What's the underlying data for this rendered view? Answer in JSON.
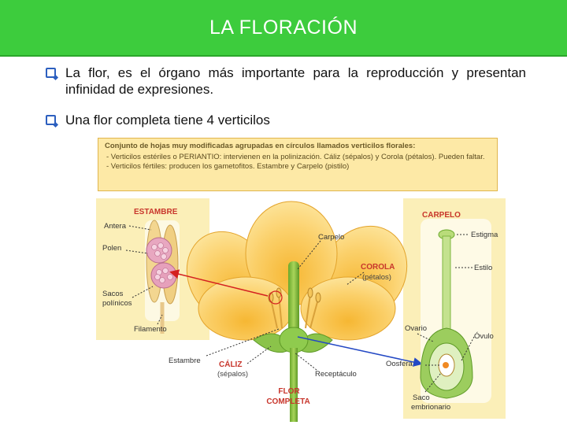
{
  "slide": {
    "title": "LA FLORACIÓN"
  },
  "bullets": [
    {
      "text": "La flor, es el órgano más importante para la reproducción y presentan infinidad de expresiones."
    },
    {
      "text": "Una flor completa tiene 4 verticilos"
    }
  ],
  "info_box": {
    "heading": "Conjunto de hojas muy modificadas agrupadas en círculos llamados verticilos florales:",
    "line1": "- Verticilos estériles o PERIANTIO: intervienen en la polinización. Cáliz (sépalos) y Corola (pétalos). Pueden faltar.",
    "line2": "- Verticilos fértiles: producen los gametofitos. Estambre y Carpelo (pistilo)"
  },
  "diagram": {
    "estambre": {
      "title": "ESTAMBRE",
      "antera": "Antera",
      "polen": "Polen",
      "sacos_line1": "Sacos",
      "sacos_line2": "polínicos",
      "filamento": "Filamento"
    },
    "flower": {
      "carpelo": "Carpelo",
      "corola": "COROLA",
      "petalos": "(pétalos)",
      "estambre": "Estambre",
      "caliz": "CÁLIZ",
      "sepalos": "(sépalos)",
      "receptaculo": "Receptáculo",
      "flor": "FLOR",
      "completa": "COMPLETA"
    },
    "carpelo": {
      "title": "CARPELO",
      "estigma": "Estigma",
      "estilo": "Estilo",
      "ovario": "Ovario",
      "ovulo": "Óvulo",
      "oosfera": "Oosfera",
      "saco_line1": "Saco",
      "saco_line2": "embrionario"
    }
  },
  "colors": {
    "title_bar": "#3dcc3d",
    "bullet_box": "#2c5fbf",
    "info_bg": "#fde9a6",
    "panel_bg": "#fbefb8",
    "label_red": "#c8362c",
    "arrow_red": "#d42020",
    "arrow_blue": "#2348c4"
  }
}
